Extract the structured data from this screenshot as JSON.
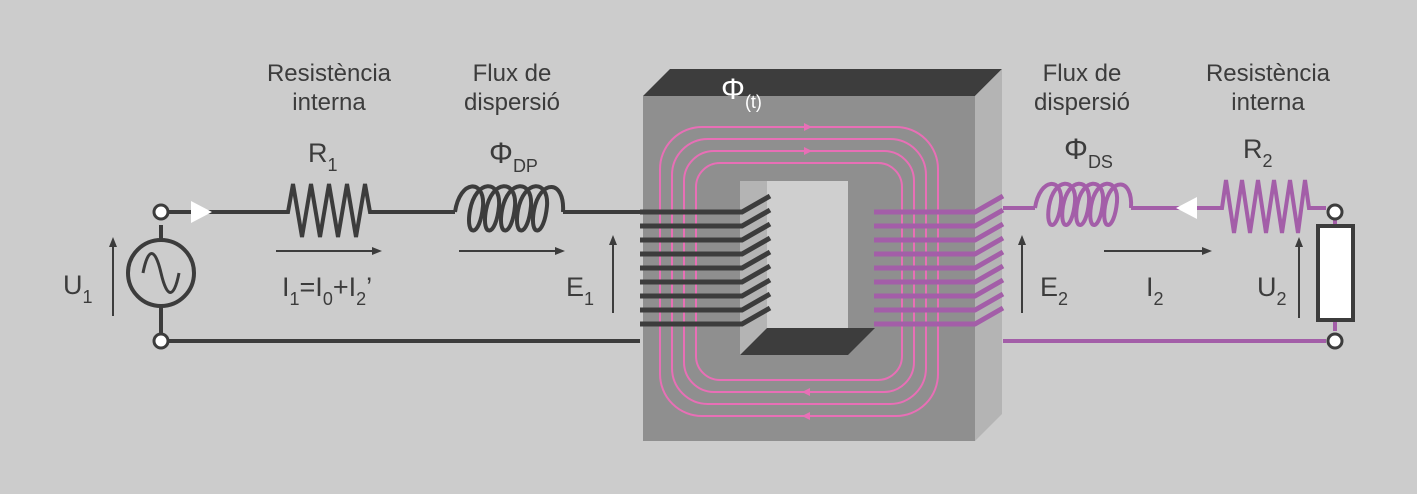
{
  "colors": {
    "background": "#cccccc",
    "primary_circuit": "#3c3c3c",
    "secondary_circuit": "#a35ea8",
    "flux_lines": "#e86fb6",
    "core_front": "#8f8f8f",
    "core_top": "#3d3d3d",
    "core_side": "#b4b4b4"
  },
  "labels": {
    "res_left_l1": "Resistència",
    "res_left_l2": "interna",
    "flux_left_l1": "Flux de",
    "flux_left_l2": "dispersió",
    "flux_right_l1": "Flux de",
    "flux_right_l2": "dispersió",
    "res_right_l1": "Resistència",
    "res_right_l2": "interna"
  },
  "symbols": {
    "r1": {
      "main": "R",
      "sub": "1"
    },
    "r2": {
      "main": "R",
      "sub": "2"
    },
    "phi_dp": {
      "main": "Φ",
      "sub": "DP"
    },
    "phi_ds": {
      "main": "Φ",
      "sub": "DS"
    },
    "phi_t": {
      "main": "Φ",
      "sub": "(t)"
    },
    "u1": {
      "main": "U",
      "sub": "1"
    },
    "u2": {
      "main": "U",
      "sub": "2"
    },
    "e1": {
      "main": "E",
      "sub": "1"
    },
    "e2": {
      "main": "E",
      "sub": "2"
    },
    "i2": {
      "main": "I",
      "sub": "2"
    },
    "i1_eq": {
      "a": "I",
      "a_sub": "1",
      "b": "=I",
      "b_sub": "0",
      "c": "+I",
      "c_sub": "2",
      "d": "’"
    }
  },
  "icons": [
    "ac-source-icon",
    "resistor-icon",
    "inductor-icon",
    "transformer-core-icon",
    "load-resistor-icon",
    "arrow-icon"
  ]
}
